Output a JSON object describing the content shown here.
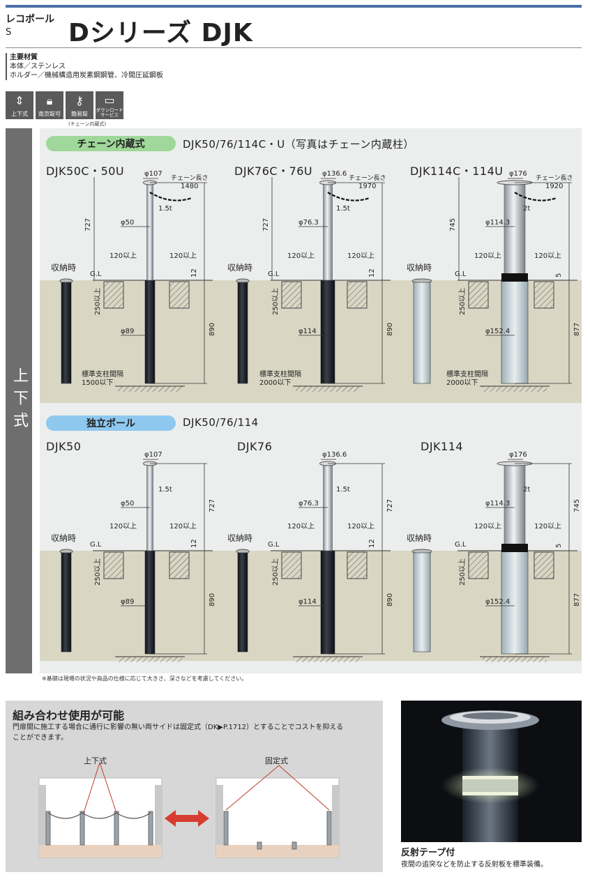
{
  "header": {
    "brand_line1": "レコポール",
    "brand_line2": "S",
    "title": "Dシリーズ DJK"
  },
  "materials": {
    "heading": "主要材質",
    "line1": "本体／ステンレス",
    "line2": "ホルダー／機械構造用炭素鋼鋼管、冷間圧延鋼板"
  },
  "icons": [
    {
      "label": "上下式",
      "icon": "up-down-icon"
    },
    {
      "label": "南京錠可",
      "icon": "padlock-icon"
    },
    {
      "label": "簡易錠",
      "icon": "key-icon"
    },
    {
      "label": "ダウンロード サービス",
      "icon": "computer-icon"
    }
  ],
  "icons_sub": "(チェーン内蔵式)",
  "sidebar_label": "上下式",
  "chain_section": {
    "pill": "チェーン内蔵式",
    "text": "DJK50/76/114C・U（写真はチェーン内蔵柱）",
    "models": [
      "DJK50C・50U",
      "DJK76C・76U",
      "DJK114C・114U"
    ],
    "storage_label": "収納時",
    "gl": "G.L",
    "depth_250": "250以上",
    "margin_120": "120以上",
    "chain_len_label": "チェーン長さ",
    "spacing_label": "標準支柱間隔",
    "diagrams": [
      {
        "phi_top": "φ107",
        "chain": "1480",
        "thick": "1.5t",
        "phi_body": "φ50",
        "h_above": "727",
        "g": "12",
        "phi_lower": "φ89",
        "h_below": "890",
        "spacing": "1500以下"
      },
      {
        "phi_top": "φ136.6",
        "chain": "1970",
        "thick": "1.5t",
        "phi_body": "φ76.3",
        "h_above": "727",
        "g": "12",
        "phi_lower": "φ114",
        "h_below": "890",
        "spacing": "2000以下"
      },
      {
        "phi_top": "φ176",
        "chain": "1920",
        "thick": "2t",
        "phi_body": "φ114.3",
        "h_above": "745",
        "g": "5",
        "phi_lower": "φ152.4",
        "h_below": "877",
        "spacing": "2000以下"
      }
    ]
  },
  "indep_section": {
    "pill": "独立ポール",
    "text": "DJK50/76/114",
    "models": [
      "DJK50",
      "DJK76",
      "DJK114"
    ],
    "diagrams": [
      {
        "phi_top": "φ107",
        "thick": "1.5t",
        "phi_body": "φ50",
        "h_above": "727",
        "g": "12",
        "phi_lower": "φ89",
        "h_below": "890"
      },
      {
        "phi_top": "φ136.6",
        "thick": "1.5t",
        "phi_body": "φ76.3",
        "h_above": "727",
        "g": "12",
        "phi_lower": "φ114",
        "h_below": "890"
      },
      {
        "phi_top": "φ176",
        "thick": "2t",
        "phi_body": "φ114.3",
        "h_above": "745",
        "g": "5",
        "phi_lower": "φ152.4",
        "h_below": "877"
      }
    ]
  },
  "footnote": "※基礎は現場の状況や商品の仕様に応じて大きさ、深さなどを考慮してください。",
  "combo": {
    "title": "組み合わせ使用が可能",
    "text": "門扉間に施工する場合に通行に影響の無い両サイドは固定式（DK▶P.1712）とすることでコストを抑えることができます。",
    "label_left": "上下式",
    "label_right": "固定式"
  },
  "photo": {
    "caption": "反射テープ付",
    "text": "夜間の追突などを防止する反射板を標準装備。"
  }
}
